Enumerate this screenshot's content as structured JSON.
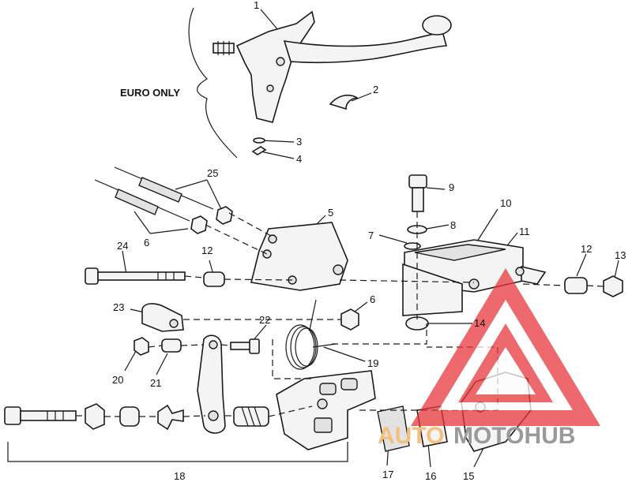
{
  "diagram": {
    "note": "EURO ONLY",
    "callouts": [
      "1",
      "2",
      "3",
      "4",
      "5",
      "6",
      "6",
      "7",
      "8",
      "9",
      "10",
      "11",
      "12",
      "12",
      "13",
      "14",
      "15",
      "16",
      "17",
      "18",
      "19",
      "20",
      "21",
      "22",
      "23",
      "24",
      "25"
    ]
  },
  "watermark": {
    "part_a": "AUTO",
    "part_b": "MOTOHUB",
    "color_logo": "#e8383d",
    "color_a": "#f3c07e",
    "color_b": "#9a9a9a"
  }
}
